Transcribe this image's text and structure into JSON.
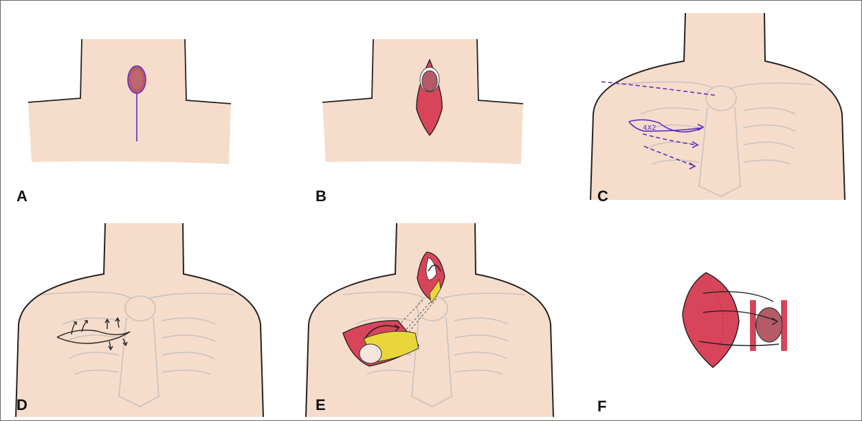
{
  "figure": {
    "panels": [
      {
        "id": "A",
        "label": "A"
      },
      {
        "id": "B",
        "label": "B"
      },
      {
        "id": "C",
        "label": "C",
        "note": "4X2"
      },
      {
        "id": "D",
        "label": "D"
      },
      {
        "id": "E",
        "label": "E"
      },
      {
        "id": "F",
        "label": "F"
      }
    ]
  },
  "colors": {
    "skin": "#f6dccb",
    "outline": "#222222",
    "marking": "#5b2dbf",
    "muscle": "#d8455a",
    "fat": "#e8d63a",
    "lesion": "#b55a67",
    "bone": "#c9c2bd"
  }
}
